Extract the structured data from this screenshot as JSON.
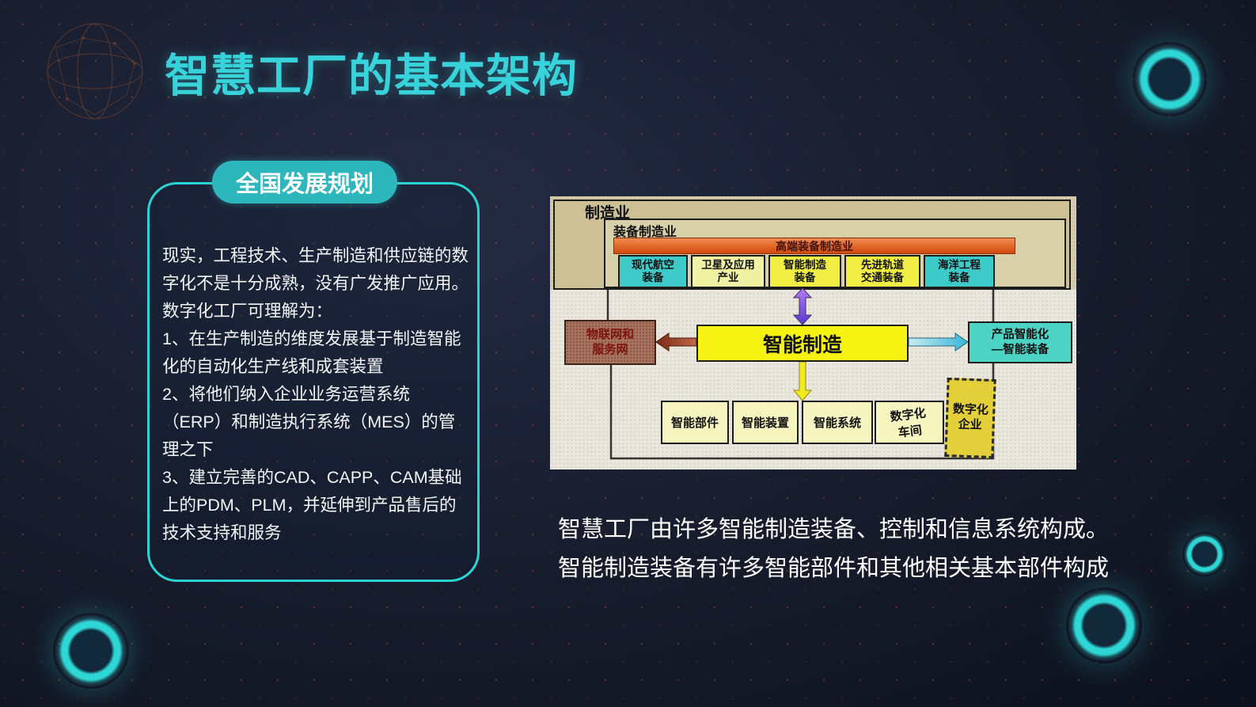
{
  "slide": {
    "title": "智慧工厂的基本架构",
    "panel": {
      "badge": "全国发展规划",
      "body": "现实，工程技术、生产制造和供应链的数字化不是十分成熟，没有广发推广应用。数字化工厂可理解为：\n1、在生产制造的维度发展基于制造智能化的自动化生产线和成套装置\n2、将他们纳入企业业务运营系统（ERP）和制造执行系统（MES）的管理之下\n3、建立完善的CAD、CAPP、CAM基础上的PDM、PLM，并延伸到产品售后的技术支持和服务"
    },
    "caption": {
      "line1": "智慧工厂由许多智能制造装备、控制和信息系统构成。",
      "line2": "智能制造装备有许多智能部件和其他相关基本部件构成"
    }
  },
  "diagram": {
    "outer_label": "制造业",
    "equip_label": "装备制造业",
    "ribbon": "高端装备制造业",
    "industries": [
      {
        "label": "现代航空\n装备"
      },
      {
        "label": "卫星及应用\n产业"
      },
      {
        "label": "智能制造\n装备"
      },
      {
        "label": "先进轨道\n交通装备"
      },
      {
        "label": "海洋工程\n装备"
      }
    ],
    "center_box": "智能制造",
    "left_box": "物联网和\n服务网",
    "right_box": "产品智能化\n—智能装备",
    "bottom_boxes": [
      {
        "label": "智能部件"
      },
      {
        "label": "智能装置"
      },
      {
        "label": "智能系统"
      },
      {
        "label": "数字化\n车间"
      },
      {
        "label": "数字化\n企业"
      }
    ]
  },
  "colors": {
    "accent_cyan": "#38d2da",
    "panel_border": "#2bd4d4",
    "badge_bg": "#2eb6bd",
    "diagram_cyan": "#3fcaca",
    "diagram_yellow": "#f6f212",
    "ribbon_orange": "#d34a0c",
    "background": "#171c2c"
  }
}
